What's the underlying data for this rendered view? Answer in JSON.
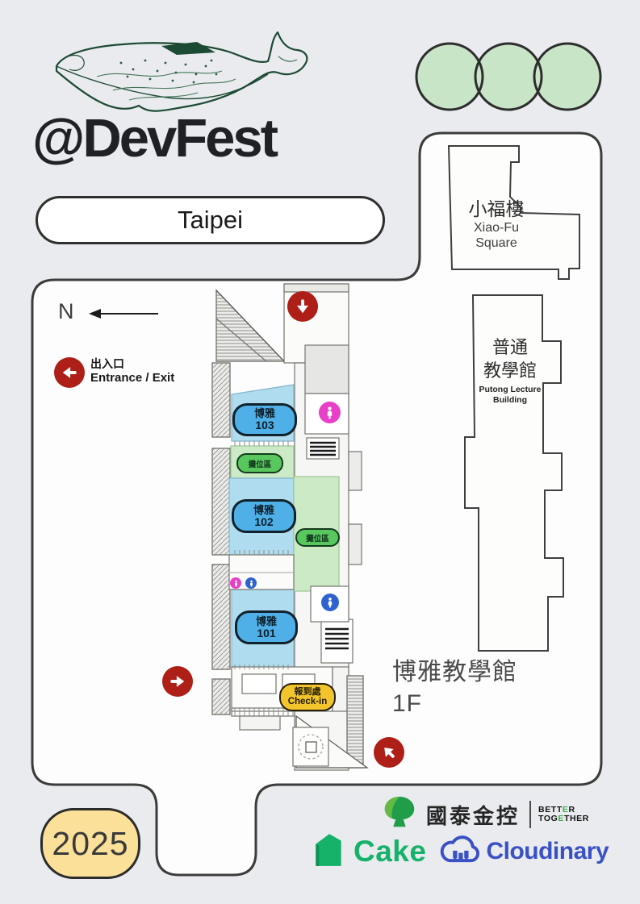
{
  "header": {
    "title": "@DevFest",
    "city": "Taipei"
  },
  "compass": {
    "label": "N"
  },
  "legend": {
    "entrance_zh": "出入口",
    "entrance_en": "Entrance / Exit"
  },
  "map": {
    "room_103_line1": "博雅",
    "room_103_line2": "103",
    "room_102_line1": "博雅",
    "room_102_line2": "102",
    "room_101_line1": "博雅",
    "room_101_line2": "101",
    "booth_label": "攤位區",
    "checkin_line1": "報到處",
    "checkin_line2": "Check-in",
    "venue_name": "博雅教學館",
    "venue_floor": "1F"
  },
  "buildings": {
    "xiaofu_zh": "小福樓",
    "xiaofu_en1": "Xiao-Fu",
    "xiaofu_en2": "Square",
    "putong_zh1": "普通",
    "putong_zh2": "教學館",
    "putong_en1": "Putong Lecture",
    "putong_en2": "Building"
  },
  "footer": {
    "year": "2025",
    "cathay_name": "國泰金控",
    "bt_1a": "BETT",
    "bt_1b": "E",
    "bt_1c": "R",
    "bt_2a": "TOG",
    "bt_2b": "E",
    "bt_2c": "THER",
    "cake_name": "Cake",
    "cloudinary_name": "Cloudinary"
  },
  "colors": {
    "accent_red": "#ad1f17",
    "room_blue": "#4fb0e8",
    "room_fill_blue": "#b0dcef",
    "booth_green": "#57c75e",
    "booth_fill_green": "#cdeac6",
    "checkin_yellow": "#f3c52d",
    "year_yellow": "#fbe099",
    "circle_green": "#c9e5c8",
    "whale_green": "#1d4a34"
  }
}
